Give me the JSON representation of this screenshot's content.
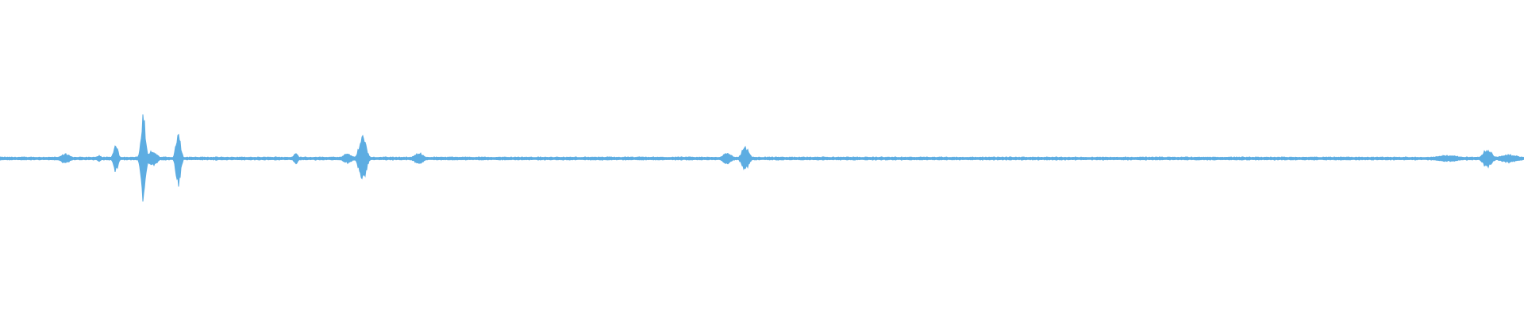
{
  "waveform": {
    "color": "#5dade2",
    "background": "#ffffff",
    "baseline_amplitude": 0.035,
    "bursts": [
      {
        "position": 0.043,
        "amplitude": 0.12,
        "spread": 0.004
      },
      {
        "position": 0.065,
        "amplitude": 0.08,
        "spread": 0.002
      },
      {
        "position": 0.076,
        "amplitude": 0.35,
        "spread": 0.002
      },
      {
        "position": 0.094,
        "amplitude": 1.0,
        "spread": 0.002
      },
      {
        "position": 0.1,
        "amplitude": 0.18,
        "spread": 0.004
      },
      {
        "position": 0.117,
        "amplitude": 0.72,
        "spread": 0.002
      },
      {
        "position": 0.194,
        "amplitude": 0.14,
        "spread": 0.002
      },
      {
        "position": 0.228,
        "amplitude": 0.12,
        "spread": 0.004
      },
      {
        "position": 0.238,
        "amplitude": 0.62,
        "spread": 0.003
      },
      {
        "position": 0.275,
        "amplitude": 0.14,
        "spread": 0.004
      },
      {
        "position": 0.477,
        "amplitude": 0.13,
        "spread": 0.004
      },
      {
        "position": 0.489,
        "amplitude": 0.3,
        "spread": 0.003
      },
      {
        "position": 0.95,
        "amplitude": 0.08,
        "spread": 0.01
      },
      {
        "position": 0.976,
        "amplitude": 0.22,
        "spread": 0.004
      },
      {
        "position": 0.99,
        "amplitude": 0.1,
        "spread": 0.008
      }
    ]
  }
}
